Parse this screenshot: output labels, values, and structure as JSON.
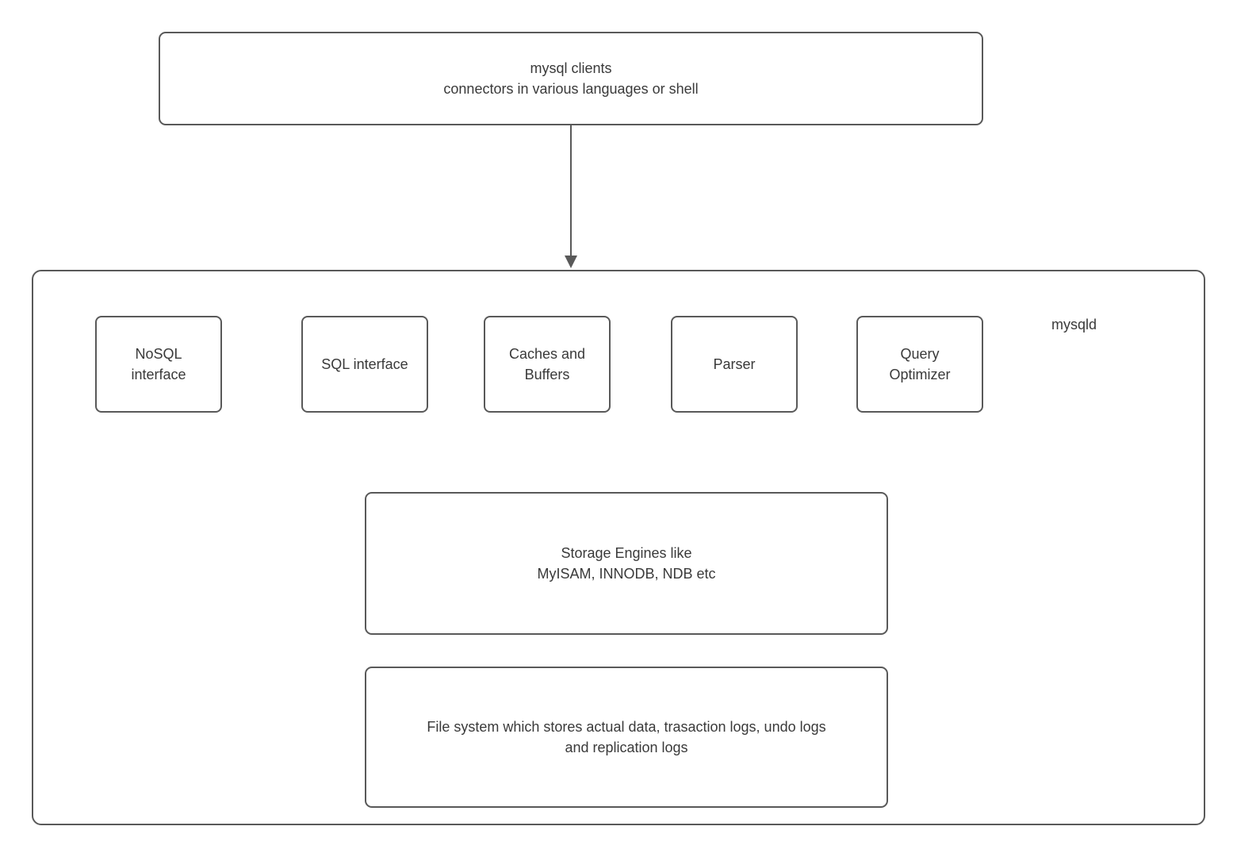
{
  "colors": {
    "border": "#595959",
    "text": "#3a3a3a",
    "background": "#ffffff"
  },
  "clients_box": {
    "text": "mysql clients\nconnectors in various languages or shell"
  },
  "arrow": {
    "from": "clients-box",
    "to": "mysqld-box"
  },
  "mysqld": {
    "label": "mysqld",
    "components": [
      {
        "label": "NoSQL\ninterface"
      },
      {
        "label": "SQL interface"
      },
      {
        "label": "Caches and\nBuffers"
      },
      {
        "label": "Parser"
      },
      {
        "label": "Query\nOptimizer"
      }
    ],
    "storage_box": {
      "text": "Storage Engines like\nMyISAM, INNODB, NDB etc"
    },
    "filesystem_box": {
      "text": "File system which stores actual data, trasaction logs, undo logs\nand replication logs"
    }
  }
}
